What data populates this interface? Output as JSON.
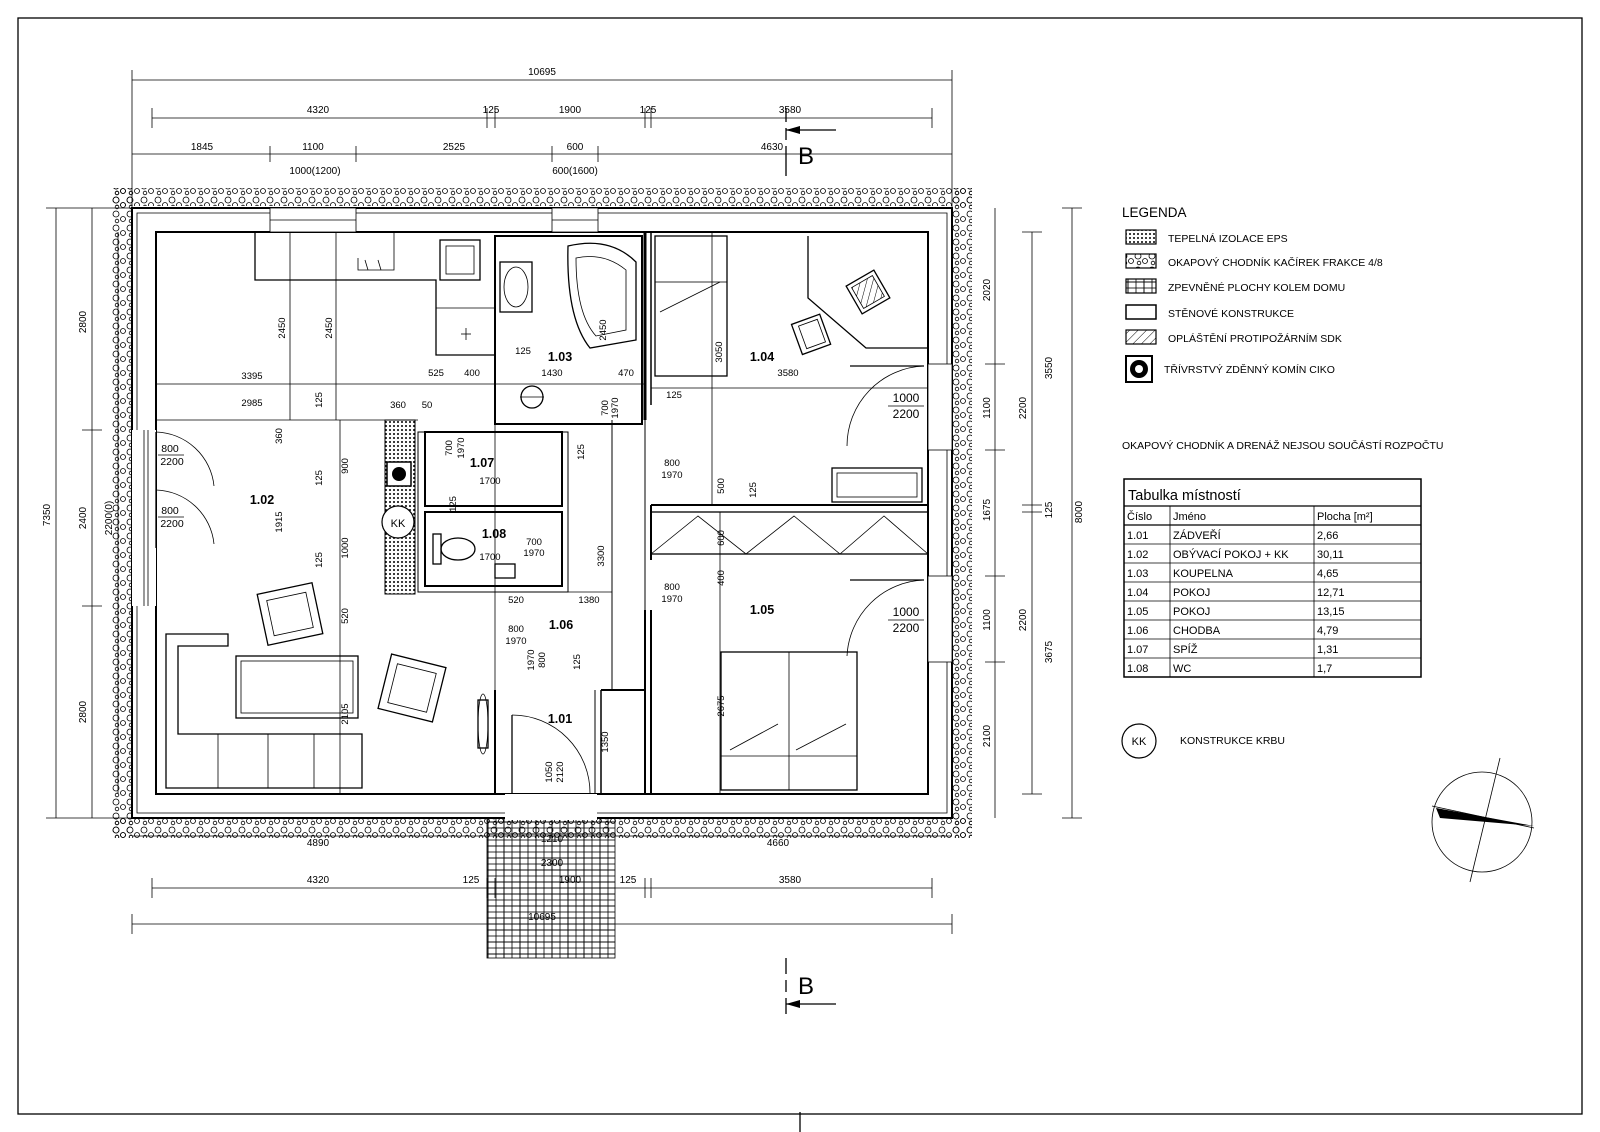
{
  "dimensions": {
    "total_width": "10695",
    "top_row2": [
      "4320",
      "125",
      "1900",
      "125",
      "3580"
    ],
    "top_row3": [
      "1845",
      "1100",
      "2525",
      "600",
      "4630"
    ],
    "window_a": "1000(1200)",
    "window_b": "600(1600)",
    "left_total": "7350",
    "left_parts": [
      "2800",
      "2400",
      "2800"
    ],
    "left_inner": "2200(0)",
    "right_outer": "8000",
    "right_mid": [
      "3550",
      "125",
      "3675"
    ],
    "right_inner": [
      "2200",
      "2200"
    ],
    "right_parts": [
      "2020",
      "1100",
      "1675",
      "1100",
      "2100"
    ],
    "bottom_row1": [
      "4320",
      "125",
      "1900",
      "125",
      "3580"
    ],
    "bottom_total": "10695",
    "bottom_inner": [
      "4890",
      "4660",
      "1210",
      "2300"
    ],
    "room_dims": {
      "d3395": "3395",
      "d2985": "2985",
      "d2450a": "2450",
      "d2450b": "2450",
      "d525": "525",
      "d400": "400",
      "d125a": "125",
      "d360a": "360",
      "d360b": "360",
      "d50": "50",
      "d125b": "125",
      "d900": "900",
      "d1915": "1915",
      "d125c": "125",
      "d1000": "1000",
      "d520a": "520",
      "d2105": "2105",
      "d1430": "1430",
      "d125d": "125",
      "d2450c": "2450",
      "d470": "470",
      "d700a": "700",
      "d1970a": "1970",
      "d125e": "125",
      "d1700a": "1700",
      "d700b": "700",
      "d1970b": "1970",
      "d700c": "700",
      "d1970c": "1970",
      "d1700b": "1700",
      "d125f": "125",
      "d3300": "3300",
      "d520b": "520",
      "d1380": "1380",
      "d800a": "800",
      "d1970d": "1970",
      "d1970e": "1970",
      "d800b": "800",
      "d125g": "125",
      "d1350": "1350",
      "d1050": "1050",
      "d2120": "2120",
      "d3050": "3050",
      "d3580": "3580",
      "d125h": "125",
      "d800c": "800",
      "d1970f": "1970",
      "d500": "500",
      "d125i": "125",
      "d600": "600",
      "d400b": "400",
      "d800d": "800",
      "d1970g": "1970",
      "d2675": "2675"
    },
    "doors": {
      "d1_w": "800",
      "d1_h": "2200",
      "d2_w": "800",
      "d2_h": "2200",
      "d3_w": "1000",
      "d3_h": "2200",
      "d4_w": "1000",
      "d4_h": "2200"
    }
  },
  "rooms": [
    {
      "id": "1.01"
    },
    {
      "id": "1.02"
    },
    {
      "id": "1.03"
    },
    {
      "id": "1.04"
    },
    {
      "id": "1.05"
    },
    {
      "id": "1.06"
    },
    {
      "id": "1.07"
    },
    {
      "id": "1.08"
    }
  ],
  "fireplace_label": "KK",
  "section_mark": "B",
  "legend": {
    "title": "LEGENDA",
    "items": [
      "TEPELNÁ IZOLACE EPS",
      "OKAPOVÝ CHODNÍK KAČÍREK FRAKCE 4/8",
      "ZPEVNĚNÉ PLOCHY KOLEM DOMU",
      "STĚNOVÉ KONSTRUKCE",
      "OPLÁŠTĚNÍ PROTIPOŽÁRNÍM SDK",
      "TŘÍVRSTVÝ ZDĚNNÝ KOMÍN CIKO"
    ],
    "note": "OKAPOVÝ CHODNÍK A DRENÁŽ NEJSOU SOUČÁSTÍ ROZPOČTU"
  },
  "room_table": {
    "title": "Tabulka místností",
    "headers": [
      "Číslo",
      "Jméno",
      "Plocha [m²]"
    ],
    "rows": [
      [
        "1.01",
        "ZÁDVEŘÍ",
        "2,66"
      ],
      [
        "1.02",
        "OBÝVACÍ POKOJ + KK",
        "30,11"
      ],
      [
        "1.03",
        "KOUPELNA",
        "4,65"
      ],
      [
        "1.04",
        "POKOJ",
        "12,71"
      ],
      [
        "1.05",
        "POKOJ",
        "13,15"
      ],
      [
        "1.06",
        "CHODBA",
        "4,79"
      ],
      [
        "1.07",
        "SPÍŽ",
        "1,31"
      ],
      [
        "1.08",
        "WC",
        "1,7"
      ]
    ]
  },
  "kk_legend": {
    "symbol": "KK",
    "label": "KONSTRUKCE KRBU"
  }
}
